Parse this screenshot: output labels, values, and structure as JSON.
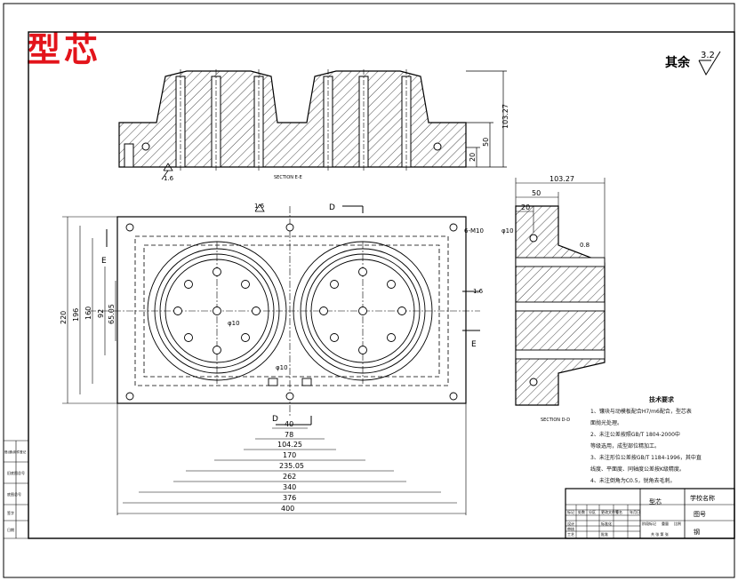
{
  "drawing": {
    "title_mark": "型芯",
    "roughness": {
      "prefix": "其余",
      "value": "3.2"
    }
  },
  "section_labels": {
    "ee": "SECTION E-E",
    "dd": "SECTION D-D"
  },
  "top_view_dims": {
    "height_total": "103.27",
    "height_base": "50",
    "height_small": "20",
    "surface": "1.6"
  },
  "plan_dims": {
    "d40": "40",
    "d78": "78",
    "d104": "104.25",
    "d170": "170",
    "d235": "235.05",
    "d262": "262",
    "d340": "340",
    "d376": "376",
    "d400": "400",
    "v220": "220",
    "v196": "196",
    "v160": "160",
    "v92": "92",
    "v65": "65.05",
    "hole": "6-M10",
    "phi10": "φ10",
    "phi10b": "φ10",
    "label_D": "D",
    "label_E": "E",
    "surface": "1.6"
  },
  "side_dims": {
    "w_total": "103.27",
    "w50": "50",
    "w20": "20",
    "phi10": "φ10",
    "surface": "0.8"
  },
  "notes": {
    "heading": "技术要求",
    "items": [
      "1、镶块与动模板配合H7/m6配合，型芯表",
      "   面抛光处理。",
      "2、未注公差按照GB/T 1804-2000中",
      "   等级选用，成型部位精加工。",
      "3、未注形位公差按GB/T 1184-1996，其中直",
      "   线度、平面度、同轴度公差按K级精度。",
      "4、未注倒角为C0.5，锐角去毛刺。"
    ]
  },
  "title_block": {
    "name": "型芯",
    "school": "学校名称",
    "part_label": "图号",
    "material": "钢",
    "drawn": "设计",
    "std": "标准化",
    "approve": "批准",
    "scale": "比例",
    "weight": "重量",
    "sheet": "共 张 第 张",
    "mark": "标记",
    "count": "处数",
    "zone": "分区",
    "change": "更改文件号",
    "sign": "签名",
    "date": "年月日",
    "review": "审核",
    "craft": "工艺",
    "stage": "阶段标记"
  },
  "left_strip": [
    "借(通)用件登记",
    "旧底图总号",
    "底图总号",
    "签字",
    "日期"
  ]
}
